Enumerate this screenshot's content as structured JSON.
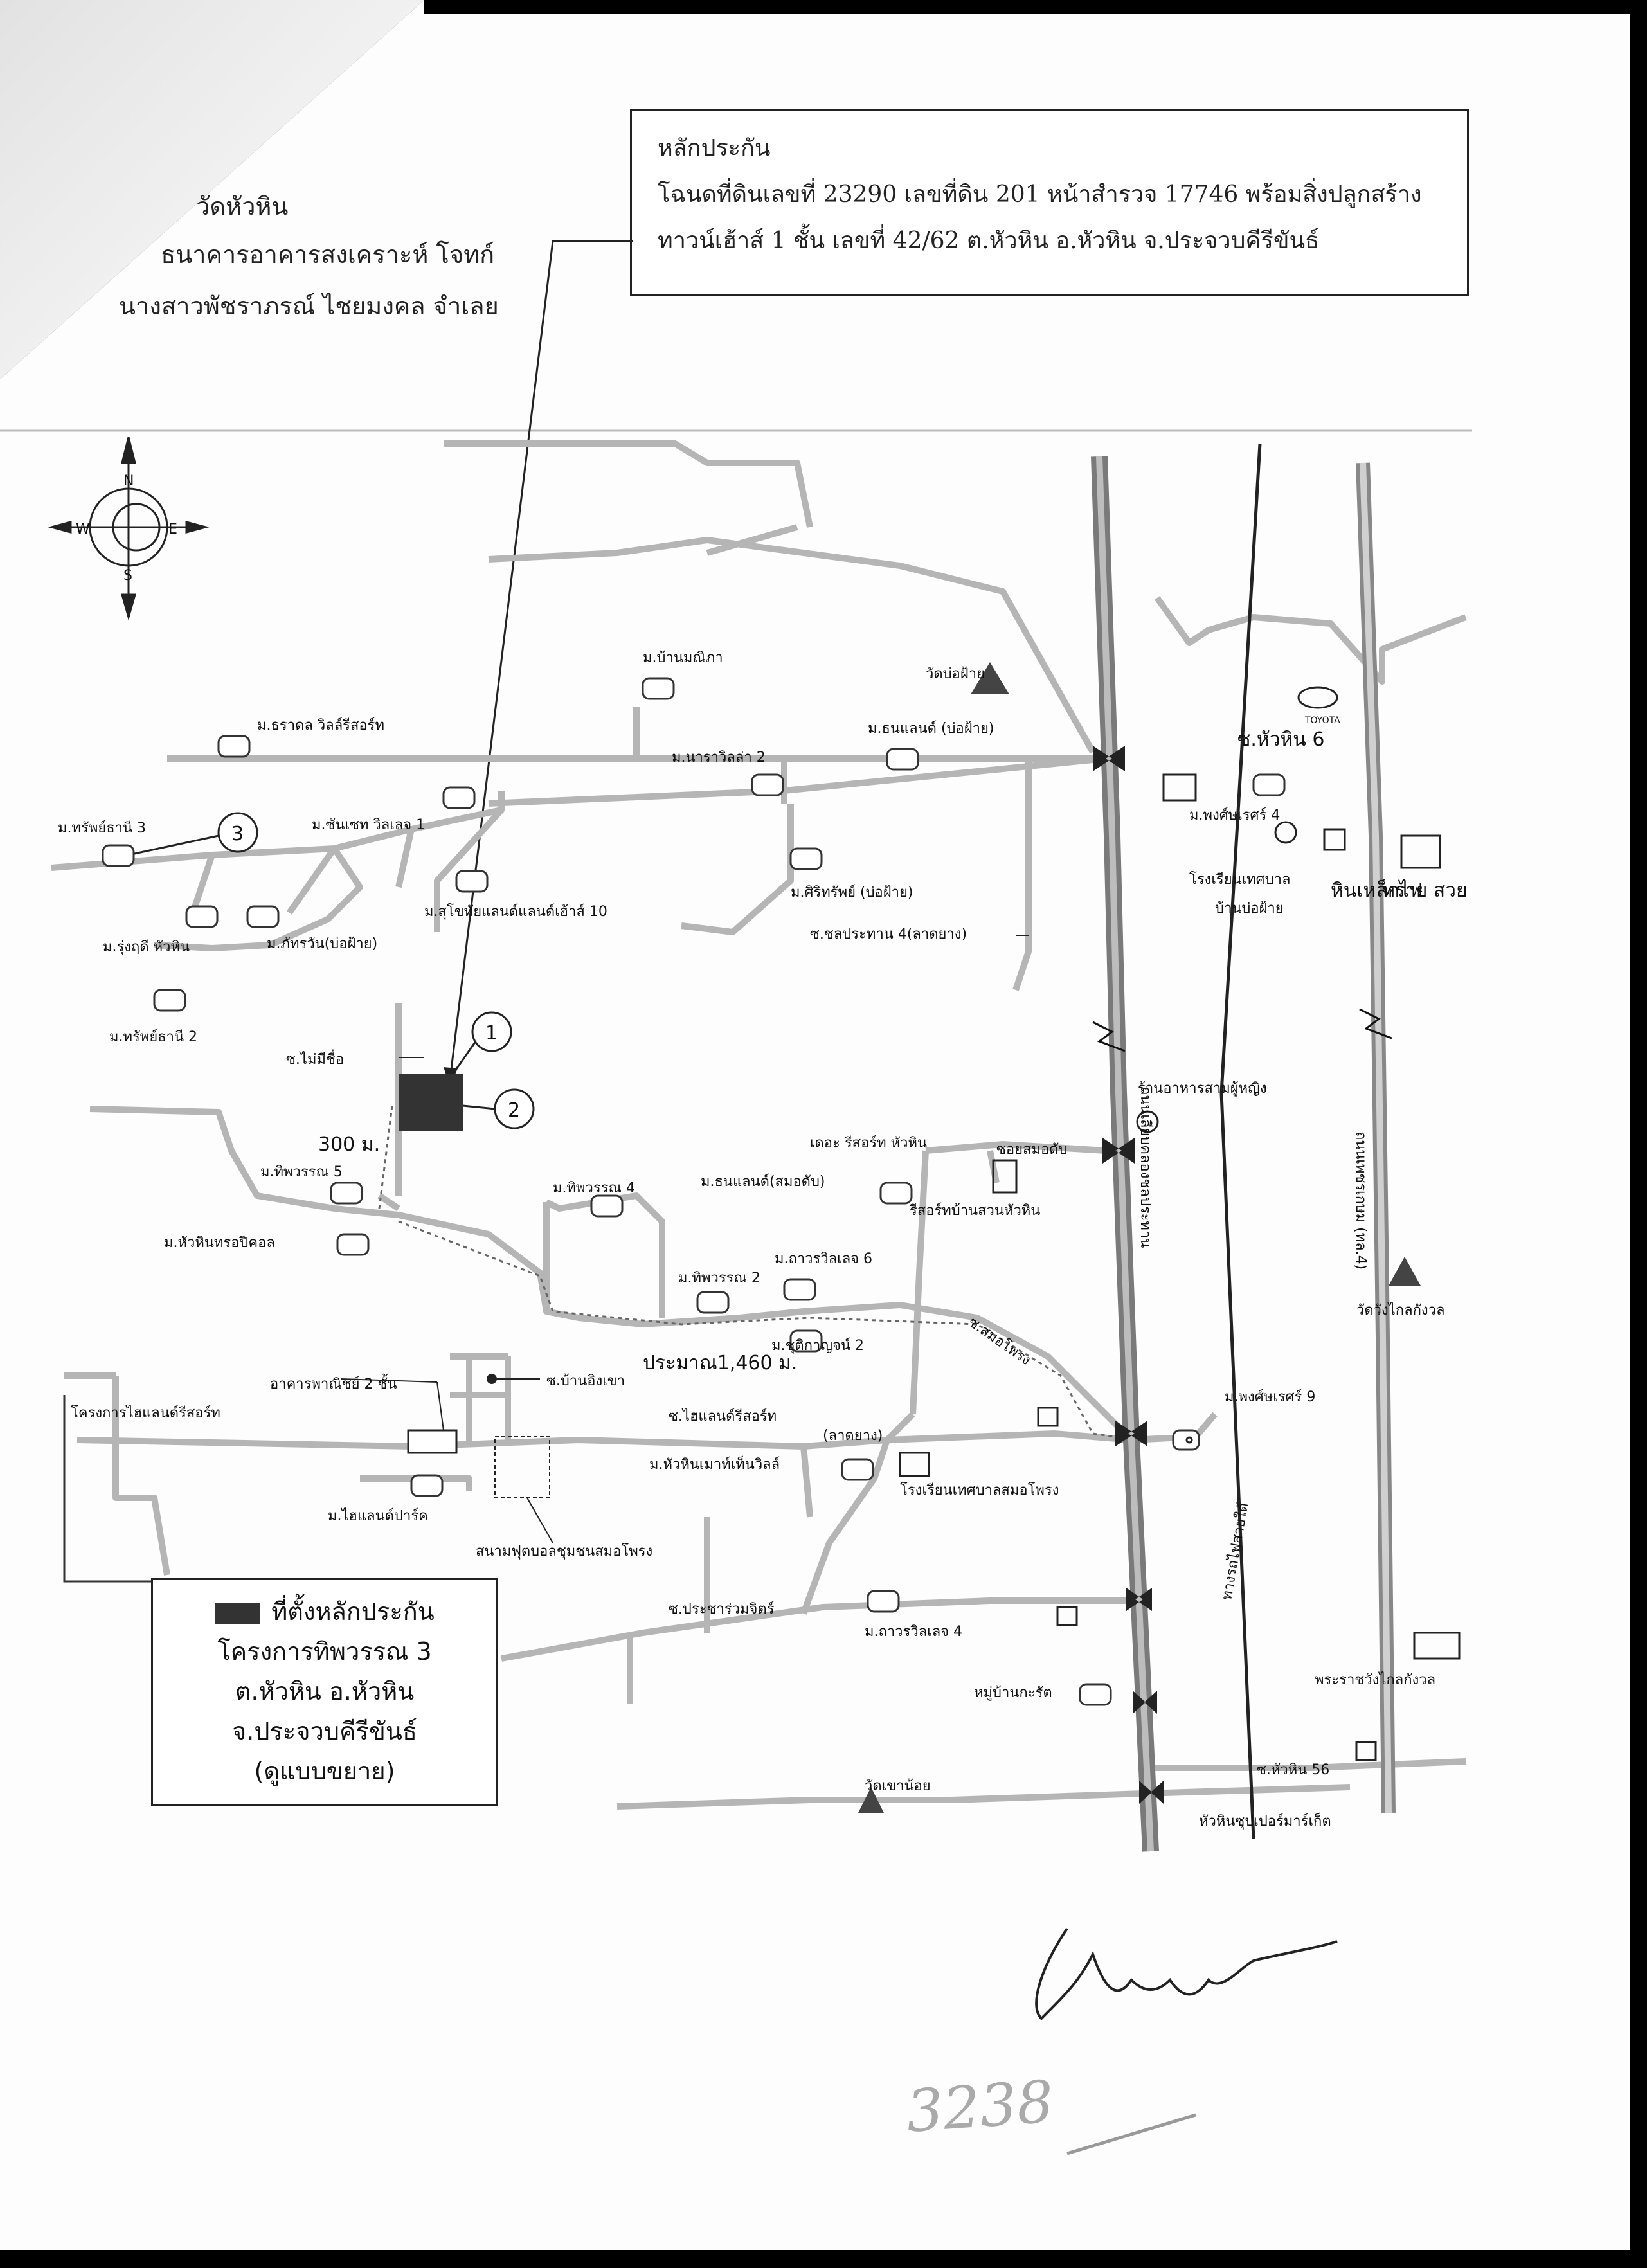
{
  "header": {
    "line1": "วัดหัวหิน",
    "line2": "ธนาคารอาคารสงเคราะห์  โจทก์",
    "line3": "นางสาวพัชราภรณ์ ไชยมงคล จำเลย"
  },
  "collateral": {
    "title": "หลักประกัน",
    "line1": "โฉนดที่ดินเลขที่ 23290 เลขที่ดิน  201  หน้าสำรวจ 17746  พร้อมสิ่งปลูกสร้าง",
    "line2": "ทาวน์เฮ้าส์ 1 ชั้น  เลขที่ 42/62    ต.หัวหิน อ.หัวหิน จ.ประจวบคีรีขันธ์"
  },
  "compass": {
    "n": "N",
    "e": "E",
    "s": "S",
    "w": "W"
  },
  "labels": {
    "m_banmanipha": "ม.บ้านมณิภา",
    "wat_bopfai": "วัดบ่อฝ้าย",
    "m_taradon": "ม.ธราดล วิลล์รีสอร์ท",
    "m_naravilla2": "ม.นาราวิลล่า 2",
    "m_thonland_bopfai": "ม.ธนแลนด์ (บ่อฝ้าย)",
    "toyota": "TOYOTA",
    "soi_huahin6": "ซ.หัวหิน 6",
    "m_sapthani3": "ม.ทรัพย์ธานี 3",
    "m_sunset": "ม.ซันเซท วิลเลจ 1",
    "m_phongsak4": "ม.พงศ์ษเรศร์ 4",
    "school_bopfai_1": "โรงเรียนเทศบาล",
    "school_bopfai_2": "บ้านบ่อฝ้าย",
    "m_sirisap": "ม.ศิริทรัพย์ (บ่อฝ้าย)",
    "hin_lek_fai": "หินเหล็กไฟ",
    "sai_suay": "ทราย สวย",
    "m_rungruedee": "ม.รุ่งฤดี หัวหิน",
    "m_phatrawan": "ม.ภัทรวัน(บ่อฝ้าย)",
    "m_sukhothai": "ม.สุโขทัยแลนด์แลนด์เฮ้าส์ 10",
    "soi_chonprathan4": "ซ.ชลประทาน 4(ลาดยาง)",
    "m_sapthani2": "ม.ทรัพย์ธานี 2",
    "soi_maimichue": "ซ.ไม่มีชื่อ",
    "restaurant": "ร้านอาหารสามผู้หญิง",
    "dist_300": "300 ม.",
    "m_thippawan5": "ม.ทิพวรรณ 5",
    "the_resort": "เดอะ รีสอร์ท หัวหิน",
    "soi_smoradub": "ซอยสมอดับ",
    "m_thippawan4": "ม.ทิพวรรณ 4",
    "m_thonland_smoradub": "ม.ธนแลนด์(สมอดับ)",
    "resort_suan": "รีสอร์ทบ้านสวนหัวหิน",
    "m_huahin_tropical": "ม.หัวหินทรอปิคอล",
    "m_thavorn6": "ม.ถาวรวิลเลจ 6",
    "m_thippawan2": "ม.ทิพวรรณ 2",
    "road_phetkasem": "ถนนเพชรเกษม (ทล.4)",
    "canal_road": "ถนนเลียบคลองชลประทาน",
    "wat_klai_kangwon": "วัดวังไกลกังวล",
    "soi_smophrong": "ซ.สมอโพรง",
    "m_chuthikan2": "ม.ชุติกาญจน์ 2",
    "dist_1460": "ประมาณ1,460 ม.",
    "shophouse": "อาคารพาณิชย์ 2 ชั้น",
    "soi_ban_ingkhao": "ซ.บ้านอิงเขา",
    "m_phongsak9": "ม.พงศ์ษเรศร์ 9",
    "highland_project": "โครงการไฮแลนด์รีสอร์ท",
    "soi_highland": "ซ.ไฮแลนด์รีสอร์ท",
    "lad_yang": "(ลาดยาง)",
    "m_huahin_mountain": "ม.หัวหินเมาท์เท็นวิลล์",
    "school_smophrong": "โรงเรียนเทศบาลสมอโพรง",
    "m_highland_park": "ม.ไฮแลนด์ปาร์ค",
    "football": "สนามฟุตบอลชุมชนสมอโพรง",
    "railway": "ทางรถไฟสายใต้",
    "soi_pracha": "ซ.ประชาร่วมจิตร์",
    "m_thavorn4": "ม.ถาวรวิลเลจ 4",
    "village_krarat": "หมู่บ้านกะรัต",
    "palace": "พระราชวังไกลกังวล",
    "soi_huahin56": "ซ.หัวหิน 56",
    "wat_khao_noi": "วัดเขาน้อย",
    "supermarket": "หัวหินซุปเปอร์มาร์เก็ต",
    "marker1": "1",
    "marker2": "2",
    "marker3": "3"
  },
  "legend": {
    "title": "ที่ตั้งหลักประกัน",
    "line1": "โครงการทิพวรรณ 3",
    "line2": "ต.หัวหิน อ.หัวหิน",
    "line3": "จ.ประจวบคีรีขันธ์",
    "line4": "(ดูแบบขยาย)"
  },
  "handwritten_number": "3238",
  "colors": {
    "ink": "#222222",
    "road": "#b8b8b8",
    "road_main": "#8a8a8a",
    "parcel": "#333333"
  }
}
